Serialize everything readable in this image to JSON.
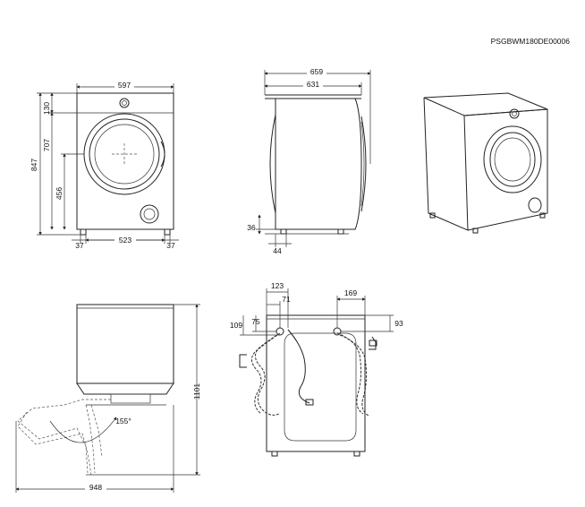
{
  "document": {
    "code": "PSGBWM180DE00006"
  },
  "front_view": {
    "width": "597",
    "top_gap": "130",
    "door_height": "707",
    "total_height": "847",
    "door_center_height": "456",
    "foot_left": "37",
    "foot_span": "523",
    "foot_right": "37"
  },
  "side_view": {
    "depth_total": "659",
    "depth_body": "631",
    "foot_height": "36",
    "foot_offset": "44"
  },
  "back_view": {
    "inlet_offset_outer": "123",
    "inlet_offset_inner": "71",
    "inlet_height_outer": "109",
    "inlet_height_inner": "75",
    "drain_offset": "169",
    "drain_height": "93"
  },
  "top_view": {
    "door_angle": "155°",
    "door_open_depth": "1101",
    "open_width": "948"
  },
  "colors": {
    "line": "#222222",
    "background": "#ffffff"
  }
}
